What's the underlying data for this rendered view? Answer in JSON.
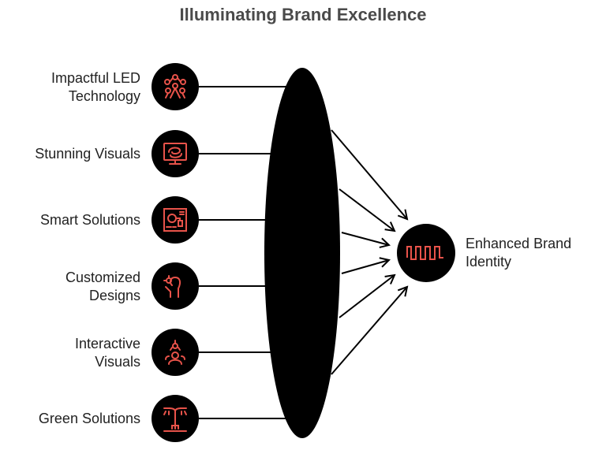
{
  "title": "Illuminating Brand Excellence",
  "inputs": [
    {
      "label": "Impactful LED Technology",
      "line1": "Impactful LED",
      "line2": "Technology",
      "icon": "atomium-structure-icon"
    },
    {
      "label": "Stunning Visuals",
      "icon": "monitor-swirl-icon"
    },
    {
      "label": "Smart Solutions",
      "icon": "smart-panel-icon"
    },
    {
      "label": "Customized Designs",
      "line1": "Customized",
      "line2": "Designs",
      "icon": "hand-gear-icon"
    },
    {
      "label": "Interactive Visuals",
      "line1": "Interactive",
      "line2": "Visuals",
      "icon": "people-interaction-icon"
    },
    {
      "label": "Green Solutions",
      "icon": "street-lamp-icon"
    }
  ],
  "output": {
    "label": "Enhanced Brand Identity",
    "line1": "Enhanced Brand",
    "line2": "Identity",
    "icon": "square-wave-icon"
  },
  "colors": {
    "accent": "#e8534a",
    "node": "#000000",
    "text": "#222222",
    "title": "#4a4a4a"
  }
}
